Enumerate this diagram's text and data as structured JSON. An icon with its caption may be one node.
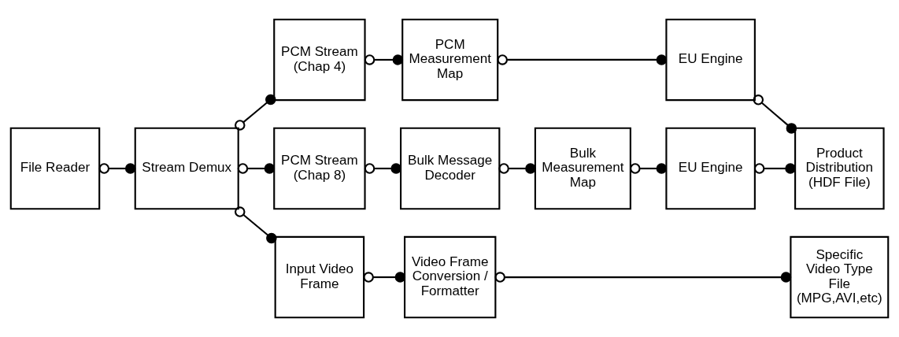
{
  "diagram": {
    "nodes": [
      {
        "text": [
          "File Reader"
        ]
      },
      {
        "text": [
          "Stream Demux"
        ]
      },
      {
        "text": [
          "PCM Stream (Chap 4)"
        ]
      },
      {
        "text": [
          "PCM Measurement Map"
        ]
      },
      {
        "text": [
          "EU Engine"
        ]
      },
      {
        "text": [
          "Product Distribution (HDF File)"
        ]
      },
      {
        "text": [
          "PCM Stream (Chap 8)"
        ]
      },
      {
        "text": [
          "Bulk Message Decoder"
        ]
      },
      {
        "text": [
          "Bulk Measurement Map"
        ]
      },
      {
        "text": [
          "EU Engine"
        ]
      },
      {
        "text": [
          "Input Video Frame"
        ]
      },
      {
        "text": [
          "Video Frame Conversion / Formatter"
        ]
      },
      {
        "text": [
          "Specific Video Type File (MPG,AVI,etc)"
        ]
      }
    ],
    "edges": [
      {
        "from": 0,
        "to": 1,
        "arrow": "other"
      },
      {
        "from": 1,
        "to": 2,
        "arrow": "other"
      },
      {
        "from": 1,
        "to": 6,
        "arrow": "other"
      },
      {
        "from": 1,
        "to": 10,
        "arrow": "other"
      },
      {
        "from": 2,
        "to": 3,
        "arrow": "other"
      },
      {
        "from": 3,
        "to": 4,
        "arrow": "other"
      },
      {
        "from": 4,
        "to": 5,
        "arrow": "other"
      },
      {
        "from": 6,
        "to": 7,
        "arrow": "other"
      },
      {
        "from": 7,
        "to": 8,
        "arrow": "other"
      },
      {
        "from": 8,
        "to": 9,
        "arrow": "other"
      },
      {
        "from": 9,
        "to": 5,
        "arrow": "other"
      },
      {
        "from": 10,
        "to": 11,
        "arrow": "other"
      },
      {
        "from": 11,
        "to": 12,
        "arrow": "other"
      }
    ]
  }
}
